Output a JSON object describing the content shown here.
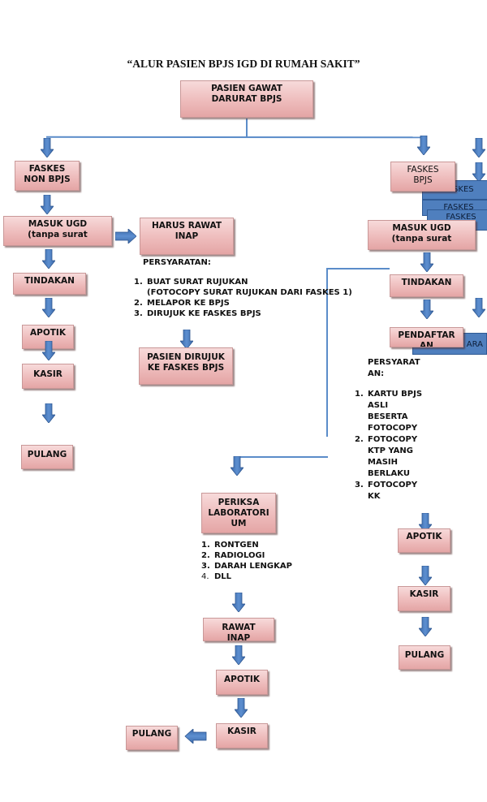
{
  "title": "“ALUR PASIEN BPJS IGD DI RUMAH SAKIT”",
  "colors": {
    "box_fill": "#eebcbc",
    "arrow": "#4f7fbe",
    "connector": "#5b8cc9"
  },
  "top_box": "PASIEN GAWAT DARURAT BPJS",
  "left": {
    "faskes": "FASKES NON BPJS",
    "masuk_ugd": "MASUK UGD (tanpa surat",
    "harus_rawat_inap": "HARUS RAWAT INAP",
    "persyaratan_label": "PERSYARATAN:",
    "persyaratan_items": [
      {
        "n": "1.",
        "text": "BUAT SURAT RUJUKAN"
      },
      {
        "n": "",
        "text": "(FOTOCOPY SURAT RUJUKAN DARI FASKES 1)"
      },
      {
        "n": "2.",
        "text": "MELAPOR KE BPJS"
      },
      {
        "n": "3.",
        "text": "DIRUJUK KE FASKES BPJS"
      }
    ],
    "pasien_dirujuk": "PASIEN DIRUJUK KE FASKES BPJS",
    "tindakan": "TINDAKAN",
    "apotik": "APOTIK",
    "kasir": "KASIR",
    "pulang": "PULANG"
  },
  "right": {
    "faskes": "FASKES BPJS",
    "stacked_boxes": [
      "FASKES",
      "FASKES",
      "FASKES"
    ],
    "masuk_ugd": "MASUK UGD (tanpa surat",
    "tindakan": "TINDAKAN",
    "pendaftaran": "PENDAFTAR AN",
    "behind_box": "ARA",
    "persyaratan_label": "PERSYARAT AN:",
    "persyaratan_items": [
      {
        "n": "1.",
        "lines": [
          "KARTU BPJS",
          "ASLI",
          "BESERTA",
          "FOTOCOPY"
        ]
      },
      {
        "n": "2.",
        "lines": [
          "FOTOCOPY",
          "KTP YANG",
          "MASIH",
          "BERLAKU"
        ]
      },
      {
        "n": "3.",
        "lines": [
          "FOTOCOPY",
          "KK"
        ]
      }
    ],
    "apotik": "APOTIK",
    "kasir": "KASIR",
    "pulang": "PULANG"
  },
  "center": {
    "periksa_lab": "PERIKSA LABORATORI UM",
    "lab_items": [
      {
        "n": "1.",
        "text": "RONTGEN"
      },
      {
        "n": "2.",
        "text": "RADIOLOGI"
      },
      {
        "n": "3.",
        "text": "DARAH LENGKAP"
      },
      {
        "n": "4.",
        "text": "DLL"
      }
    ],
    "rawat_inap": "RAWAT INAP",
    "apotik": "APOTIK",
    "kasir": "KASIR",
    "pulang": "PULANG"
  }
}
